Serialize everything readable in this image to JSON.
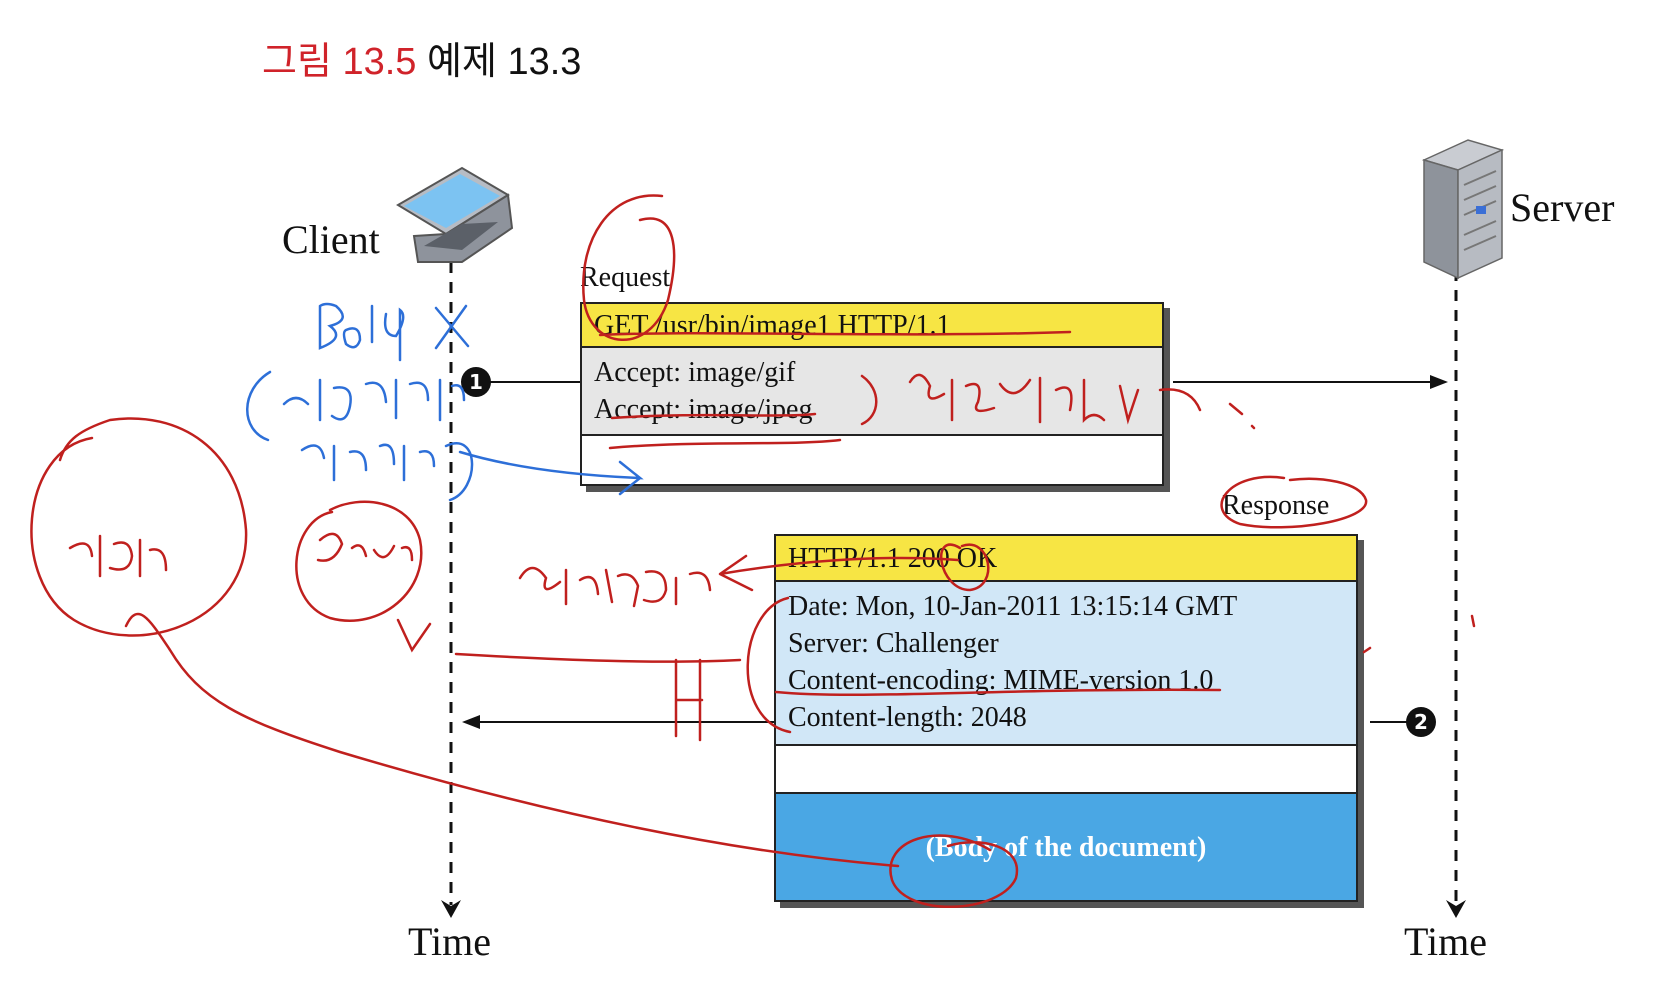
{
  "title": {
    "figure": "그림 13.5",
    "caption": "예제 13.3"
  },
  "client": {
    "label": "Client",
    "time_label": "Time"
  },
  "server": {
    "label": "Server",
    "time_label": "Time"
  },
  "request": {
    "label": "Request",
    "step": "1",
    "request_line": "GET   /usr/bin/image1  HTTP/1.1",
    "headers": [
      "Accept: image/gif",
      "Accept: image/jpeg"
    ]
  },
  "response": {
    "label": "Response",
    "step": "2",
    "status_line": "HTTP/1.1  200  OK",
    "headers": [
      "Date: Mon, 10-Jan-2011 13:15:14 GMT",
      "Server: Challenger",
      "Content-encoding: MIME-version 1.0",
      "Content-length: 2048"
    ],
    "body": "(Body of the document)"
  },
  "colors": {
    "title_red": "#d0232a",
    "header_yellow": "#f7e544",
    "request_gray": "#e6e6e6",
    "response_light_blue": "#d1e7f7",
    "body_blue": "#4aa7e4",
    "annotation_red": "#c0201e",
    "annotation_blue": "#2d6fd8"
  },
  "icons": {
    "client": "laptop-icon",
    "server": "server-tower-icon"
  }
}
